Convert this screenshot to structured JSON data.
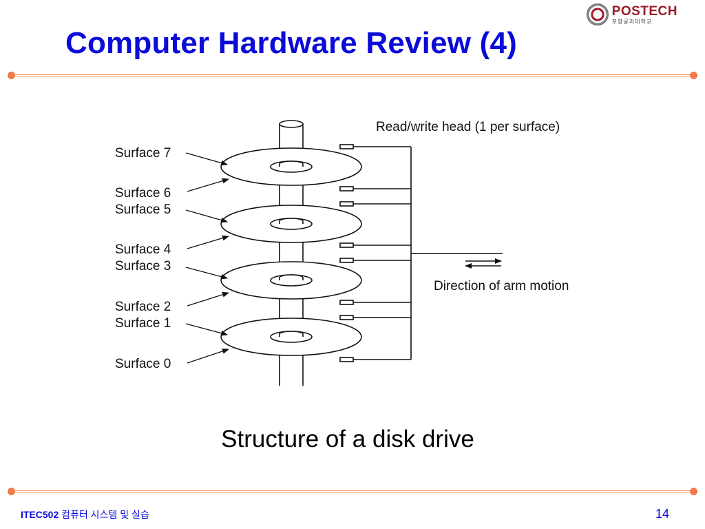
{
  "slide": {
    "title": "Computer Hardware Review (4)",
    "caption": "Structure of a disk drive",
    "page_number": "14"
  },
  "logo": {
    "name": "POSTECH",
    "subtitle": "포항공과대학교",
    "icon": "university-seal-icon"
  },
  "footer": {
    "course_code": "ITEC502",
    "course_name": "컴퓨터 시스템 및 실습"
  },
  "diagram": {
    "head_label": "Read/write head (1 per surface)",
    "arm_motion_label": "Direction of arm motion",
    "surfaces": [
      "Surface 7",
      "Surface 6",
      "Surface 5",
      "Surface 4",
      "Surface 3",
      "Surface 2",
      "Surface 1",
      "Surface 0"
    ]
  },
  "colors": {
    "title": "#0a0ad9",
    "accent_rule": "#f07a4a",
    "logo": "#9a1b2a"
  }
}
